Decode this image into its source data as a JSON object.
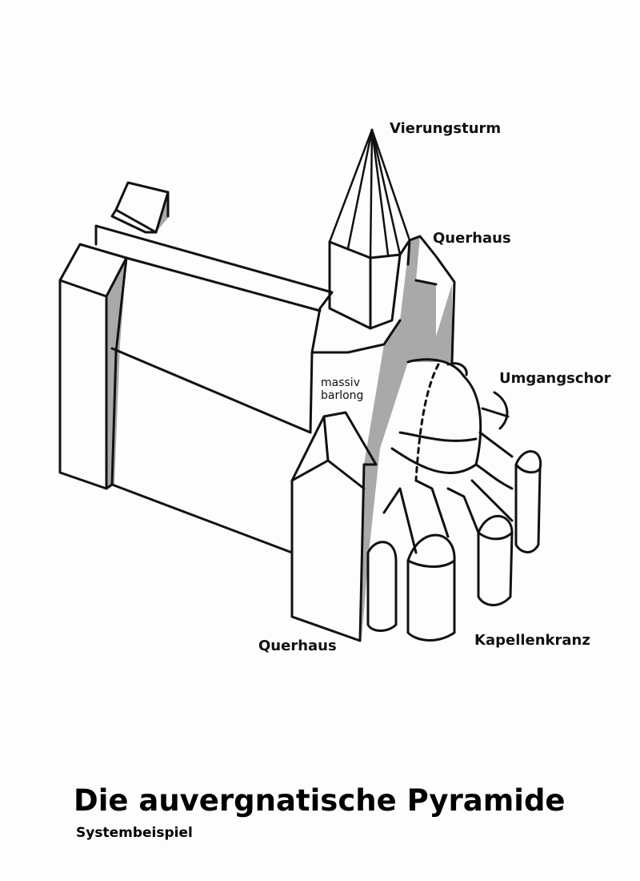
{
  "labels": {
    "crossing_tower": "Vierungsturm",
    "transept_upper": "Querhaus",
    "ambulatory": "Umgangschor",
    "massive_line1": "massiv",
    "massive_line2": "barlong",
    "transept_lower": "Querhaus",
    "chapel_ring": "Kapellenkranz"
  },
  "title": "Die auvergnatische Pyramide",
  "subtitle": "Systembeispiel",
  "colors": {
    "line": "#111111",
    "shade": "#a9a9a9",
    "background": "#fdfdfd"
  }
}
